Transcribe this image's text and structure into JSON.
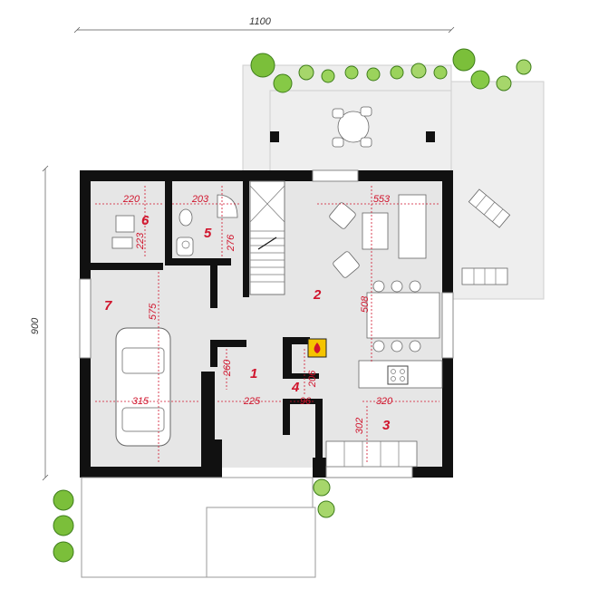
{
  "overall_dimensions": {
    "width": "1100",
    "height": "900"
  },
  "rooms": [
    {
      "number": "1",
      "dims": [
        "260",
        "225"
      ]
    },
    {
      "number": "2",
      "dims": [
        "553",
        "508"
      ]
    },
    {
      "number": "3",
      "dims": [
        "320",
        "302"
      ]
    },
    {
      "number": "4",
      "dims": [
        "206",
        "96"
      ]
    },
    {
      "number": "5",
      "dims": [
        "203",
        "276"
      ]
    },
    {
      "number": "6",
      "dims": [
        "220",
        "223"
      ]
    },
    {
      "number": "7",
      "dims": [
        "575",
        "315"
      ]
    }
  ],
  "icons": {
    "fireplace": "fireplace-icon",
    "garage_car": "car-icon",
    "stairs": "stairs-icon",
    "plants": "plant-icon",
    "dining_set": "table-icon"
  },
  "colors": {
    "dimension_text": "#d0142c",
    "walls": "#111111",
    "floor": "#e6e6e6",
    "fireplace": "#f5c400"
  }
}
